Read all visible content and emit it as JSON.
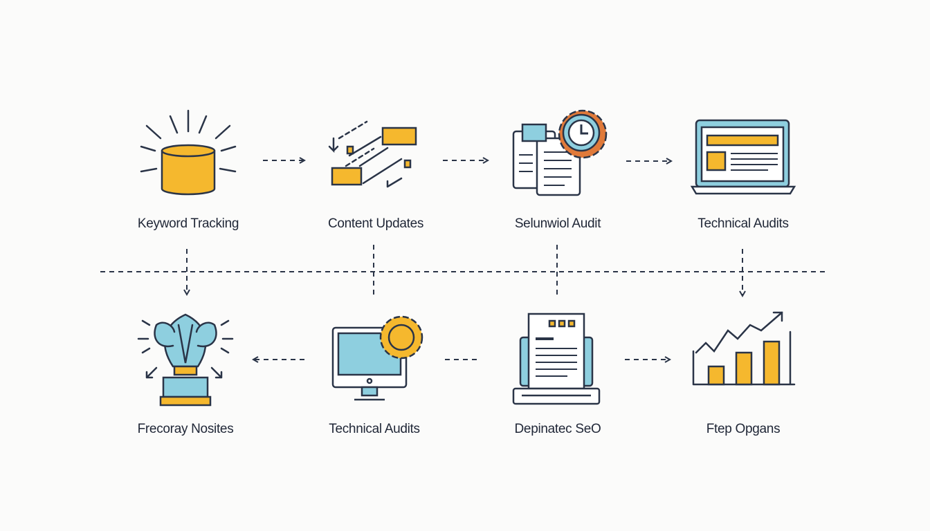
{
  "colors": {
    "ink": "#2a3447",
    "yellow": "#f5b82e",
    "blue": "#8ecfdf",
    "orange": "#e07a3a",
    "background": "#fbfbfa"
  },
  "top_row": [
    {
      "label": "Keyword Tracking",
      "icon": "database-burst-icon"
    },
    {
      "label": "Content Updates",
      "icon": "flow-blocks-icon"
    },
    {
      "label": "Selunwiol Audit",
      "icon": "documents-clock-gear-icon"
    },
    {
      "label": "Technical Audits",
      "icon": "laptop-icon"
    }
  ],
  "bottom_row": [
    {
      "label": "Frecoray Nosites",
      "icon": "trophy-icon"
    },
    {
      "label": "Technical Audits",
      "icon": "monitor-gear-icon"
    },
    {
      "label": "Depinatec SeO",
      "icon": "document-printer-icon"
    },
    {
      "label": "Ftep Opgans",
      "icon": "growth-chart-icon"
    }
  ]
}
